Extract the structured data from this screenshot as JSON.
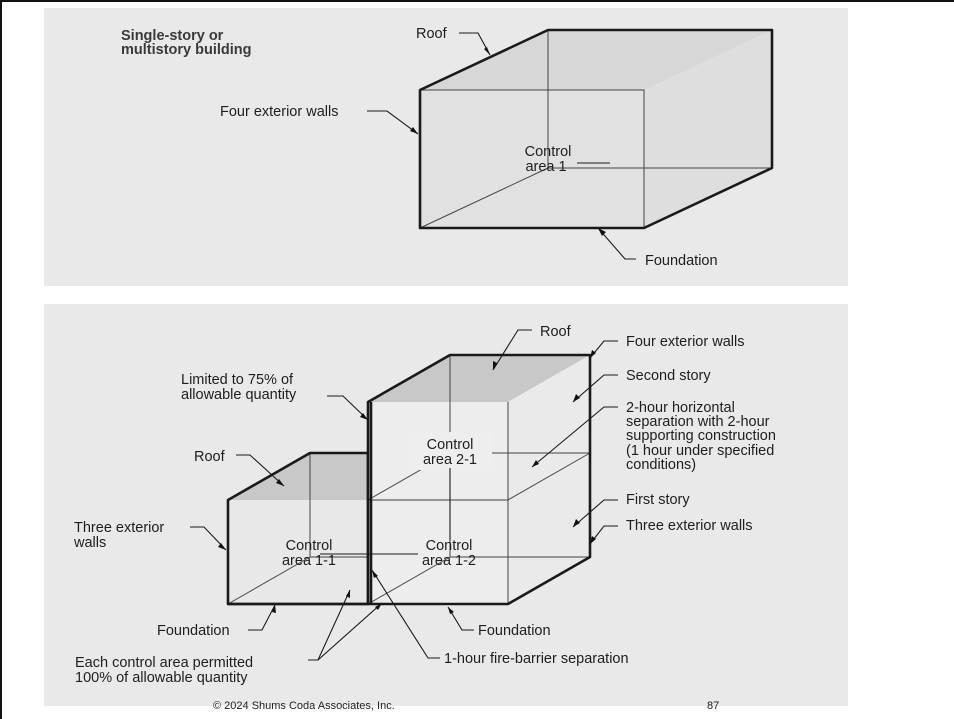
{
  "top_diagram": {
    "building_type": [
      "Single-story or",
      "multistory building"
    ],
    "roof": "Roof",
    "walls": "Four exterior walls",
    "control_area": [
      "Control",
      "area 1"
    ],
    "foundation": "Foundation"
  },
  "bottom_diagram": {
    "roof_right": "Roof",
    "four_walls": "Four exterior walls",
    "second_story": "Second story",
    "separation": [
      "2-hour horizontal",
      "separation with 2-hour",
      "supporting construction",
      "(1 hour under specified",
      "conditions)"
    ],
    "first_story": "First story",
    "three_walls_right": "Three exterior walls",
    "limited": [
      "Limited to 75% of",
      "allowable quantity"
    ],
    "roof_left": "Roof",
    "three_walls_left": [
      "Three exterior",
      "walls"
    ],
    "control_area_2_1": [
      "Control",
      "area 2-1"
    ],
    "control_area_1_1": [
      "Control",
      "area 1-1"
    ],
    "control_area_1_2": [
      "Control",
      "area 1-2"
    ],
    "foundation_left": "Foundation",
    "foundation_right": "Foundation",
    "each_control": [
      "Each control area permitted",
      "100% of allowable quantity"
    ],
    "fire_barrier": "1-hour fire-barrier separation"
  },
  "footer": {
    "copyright": "© 2024 Shums Coda Associates, Inc.",
    "page_number": "87"
  }
}
